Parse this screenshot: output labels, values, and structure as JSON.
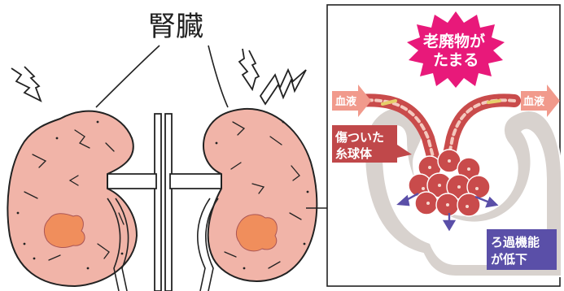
{
  "title_label": "腎臓",
  "burst": {
    "line1": "老廃物が",
    "line2": "たまる"
  },
  "blood_in_label": "血液",
  "blood_out_label": "血液",
  "glomerulus_label": {
    "line1": "傷ついた",
    "line2": "糸球体"
  },
  "filtration_label": {
    "line1": "ろ過機能",
    "line2": "が低下"
  },
  "colors": {
    "kidney_fill": "#f1b4a8",
    "kidney_hilum": "#f08e5c",
    "vessel_red": "#c94b4b",
    "capsule_gray": "#cfc9c5",
    "burst_magenta": "#e8197a",
    "label_red": "#c0484a",
    "label_purple": "#5a4fa8",
    "arrow_pink": "#f19a8c"
  }
}
